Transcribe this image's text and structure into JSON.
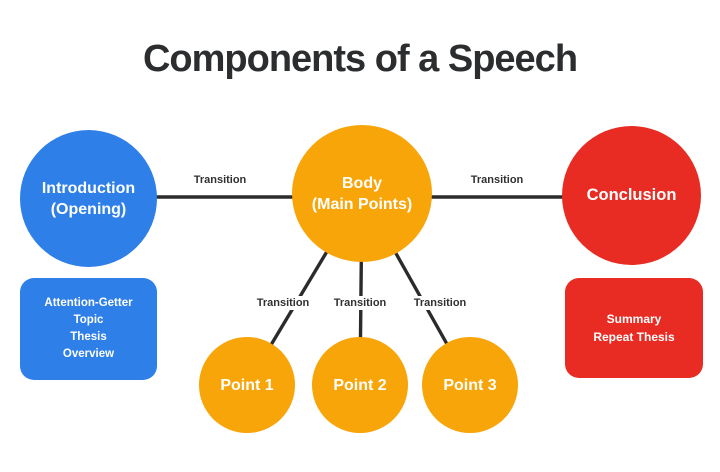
{
  "title": "Components of a Speech",
  "colors": {
    "blue": "#2e7fe8",
    "orange": "#f7a509",
    "red": "#e82c23",
    "line": "#2b2b2b"
  },
  "nodes": {
    "introduction": {
      "line1": "Introduction",
      "line2": "(Opening)"
    },
    "body": {
      "line1": "Body",
      "line2": "(Main Points)"
    },
    "conclusion": {
      "label": "Conclusion"
    },
    "points": [
      {
        "label": "Point 1"
      },
      {
        "label": "Point 2"
      },
      {
        "label": "Point 3"
      }
    ]
  },
  "notes": {
    "introduction": {
      "lines": [
        "Attention-Getter",
        "Topic",
        "Thesis",
        "Overview"
      ]
    },
    "conclusion": {
      "lines": [
        "Summary",
        "Repeat Thesis"
      ]
    }
  },
  "edge_labels": {
    "intro_body": "Transition",
    "body_conclusion": "Transition",
    "body_point1": "Transition",
    "body_point2": "Transition",
    "body_point3": "Transition"
  }
}
